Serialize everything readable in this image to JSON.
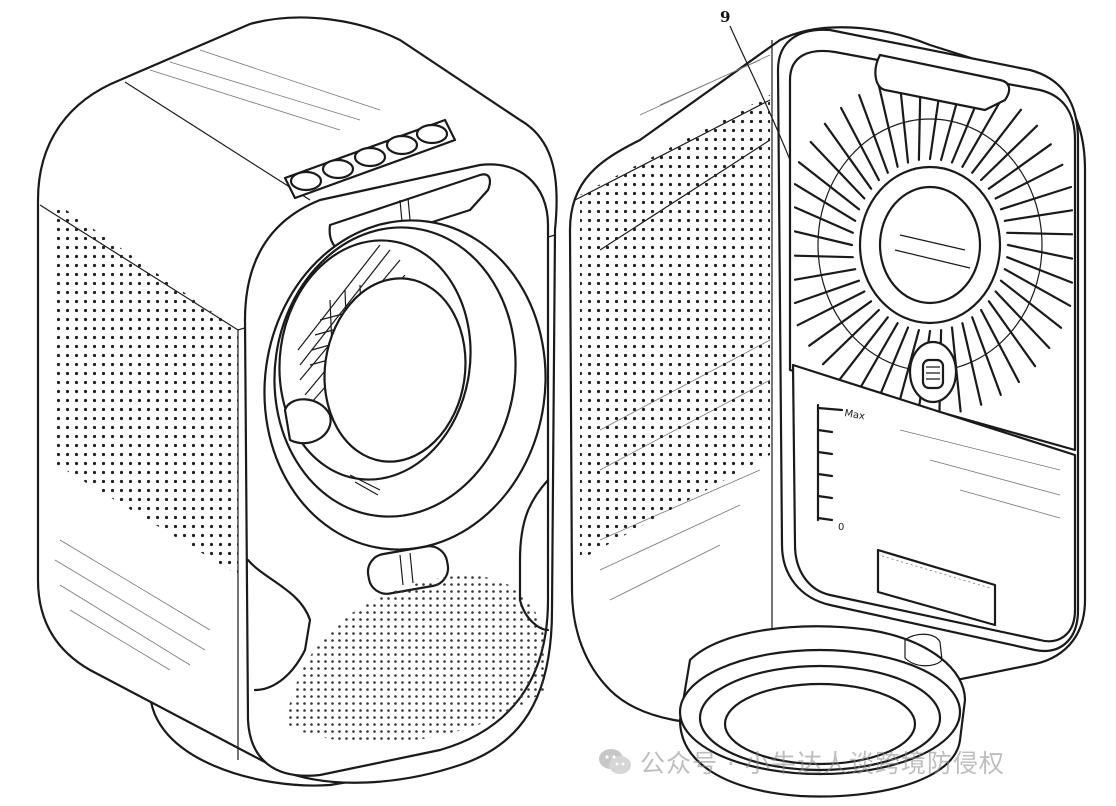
{
  "figure": {
    "reference_numeral": "9",
    "gauge_max_label": "Max",
    "gauge_min_label": "0",
    "left_view_buttons": 5
  },
  "watermark": {
    "icon": "wechat-icon",
    "text": "公众号 · 小牛达人谈跨境防侵权"
  }
}
